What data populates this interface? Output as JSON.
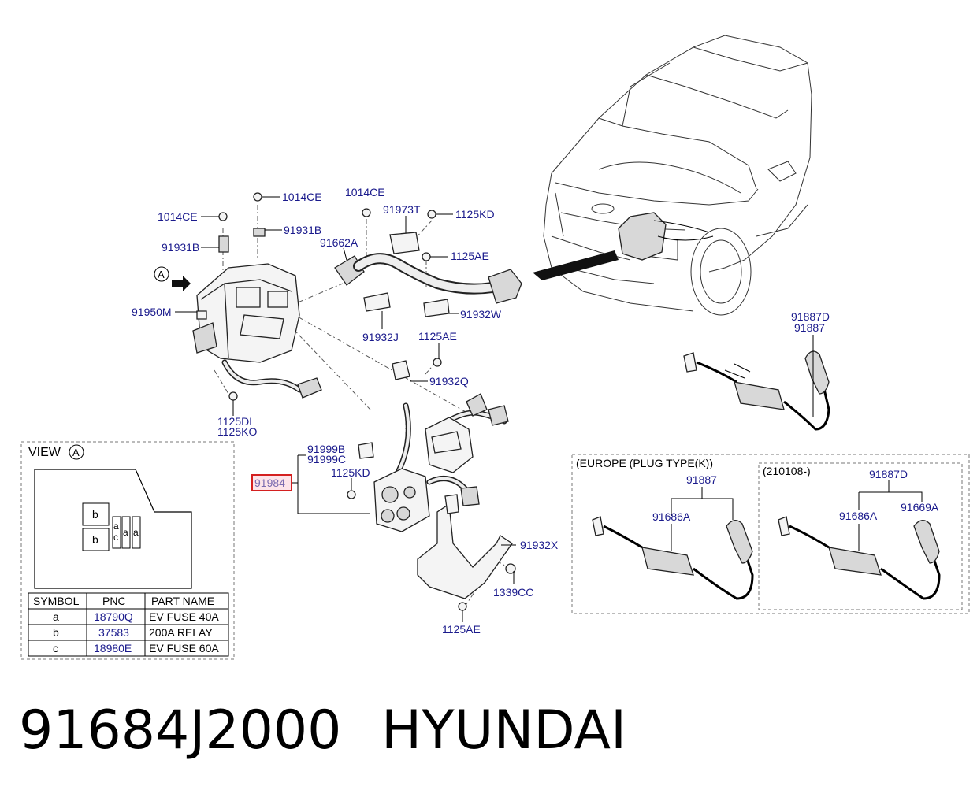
{
  "labels": {
    "l1014ce_a": "1014CE",
    "l1014ce_b": "1014CE",
    "l1014ce_c": "1014CE",
    "l91931b_a": "91931B",
    "l91931b_b": "91931B",
    "l91950m": "91950M",
    "l1125dl": "1125DL",
    "l1125ko": "1125KO",
    "l91662a": "91662A",
    "l91973t": "91973T",
    "l1125kd_a": "1125KD",
    "l1125ae_a": "1125AE",
    "l91932w": "91932W",
    "l91932j": "91932J",
    "l1125ae_b": "1125AE",
    "l91932q": "91932Q",
    "l91999b": "91999B",
    "l91999c": "91999C",
    "l91984": "91984",
    "l1125kd_b": "1125KD",
    "l91932x": "91932X",
    "l1339cc": "1339CC",
    "l1125ae_c": "1125AE",
    "l91887d_a": "91887D",
    "l91887_a": "91887",
    "l91887_b": "91887",
    "l91686a_a": "91686A",
    "l91887d_b": "91887D",
    "l91686a_b": "91686A",
    "l91669a": "91669A",
    "view_a": "A"
  },
  "view": {
    "title": "VIEW",
    "marker": "A",
    "b1": "b",
    "b2": "b",
    "a1": "a",
    "c1": "c",
    "a2": "a",
    "a3": "a"
  },
  "europe": {
    "title": "(EUROPE (PLUG TYPE(K))",
    "sub": "(210108-)"
  },
  "table": {
    "headers": [
      "SYMBOL",
      "PNC",
      "PART NAME"
    ],
    "rows": [
      [
        "a",
        "18790Q",
        "EV FUSE 40A"
      ],
      [
        "b",
        "37583",
        "200A RELAY"
      ],
      [
        "c",
        "18980E",
        "EV FUSE 60A"
      ]
    ]
  },
  "footer": {
    "code": "91684J2000",
    "brand": "HYUNDAI"
  },
  "colors": {
    "pnc_text": "#1a1a8c",
    "highlight_border": "#d42020",
    "highlight_fill": "#fde4ea"
  }
}
